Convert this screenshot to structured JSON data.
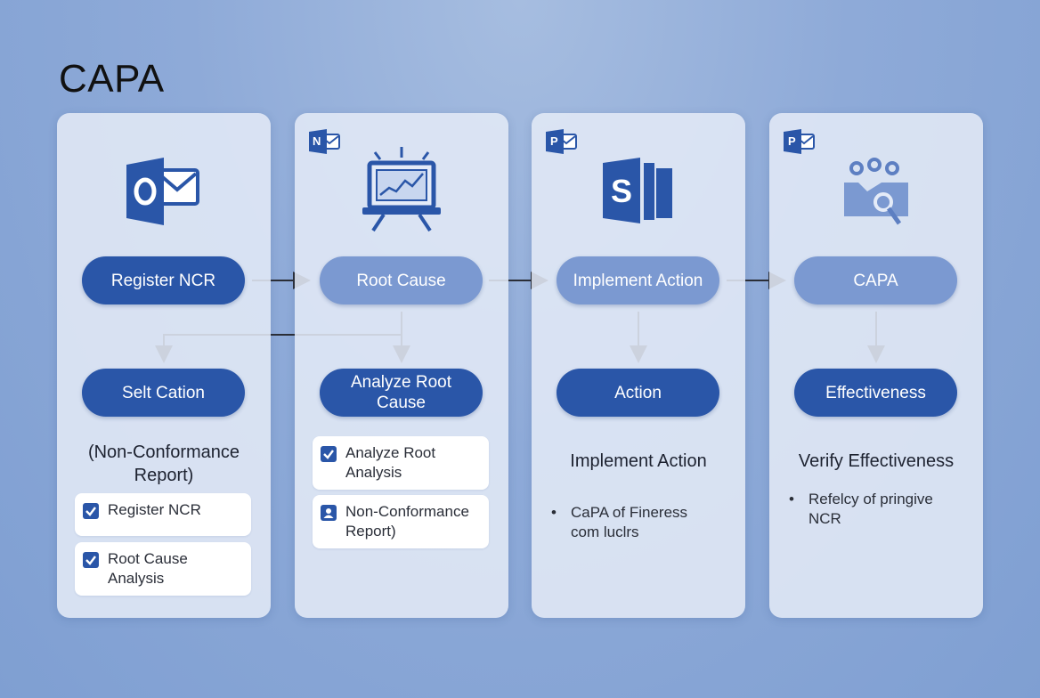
{
  "title": "CAPA",
  "columns": [
    {
      "top_label": "Register NCR",
      "mid_label": "Selt Cation",
      "heading": "(Non-Conformance Report)",
      "items": [
        "Register NCR",
        "Root Cause Analysis"
      ]
    },
    {
      "top_label": "Root Cause",
      "mid_label": "Analyze Root Cause",
      "items": [
        "Analyze Root Analysis",
        "Non-Conformance Report)"
      ]
    },
    {
      "top_label": "Implement Action",
      "mid_label": "Action",
      "heading": "Implement Action",
      "bullet": "CaPA of Fineress com luclrs"
    },
    {
      "top_label": "CAPA",
      "mid_label": "Effectiveness",
      "heading": "Verify Effectiveness",
      "bullet": "Refelcy of pringive NCR"
    }
  ],
  "badges": [
    "N",
    "P",
    "P"
  ],
  "icons": [
    "outlook-icon",
    "presentation-chart-icon",
    "sharepoint-icon",
    "people-search-icon"
  ],
  "colors": {
    "pill_dark": "#2a56a8",
    "pill_light": "#7b99d1",
    "background": "#8eaad8"
  }
}
